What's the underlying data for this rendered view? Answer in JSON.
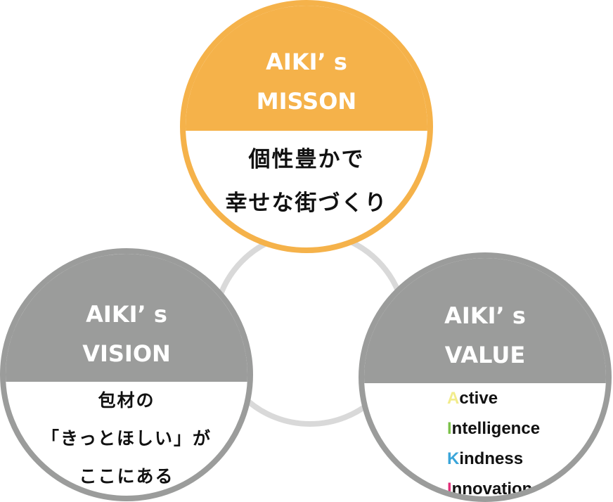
{
  "mission": {
    "title_line1": "AIKI’ s",
    "title_line2": "MISSON",
    "text_line1": "個性豊かで",
    "text_line2": "幸せな街づくり"
  },
  "vision": {
    "title_line1": "AIKI’ s",
    "title_line2": "VISION",
    "text_line1": "包材の",
    "text_line2": "「きっとほしい」が",
    "text_line3": "ここにある"
  },
  "value": {
    "title_line1": "AIKI’ s",
    "title_line2": "VALUE",
    "items": [
      {
        "initial": "A",
        "rest": "ctive",
        "initial_color": "#f2ec8b"
      },
      {
        "initial": "I",
        "rest": "ntelligence",
        "initial_color": "#7cc24a"
      },
      {
        "initial": "K",
        "rest": "indness",
        "initial_color": "#3aa5d9"
      },
      {
        "initial": "I",
        "rest": "nnovation",
        "initial_color": "#e3307a"
      }
    ]
  },
  "colors": {
    "mission": "#f5b24a",
    "vision_value": "#9b9c9b",
    "connector": "#d9d9d9"
  }
}
